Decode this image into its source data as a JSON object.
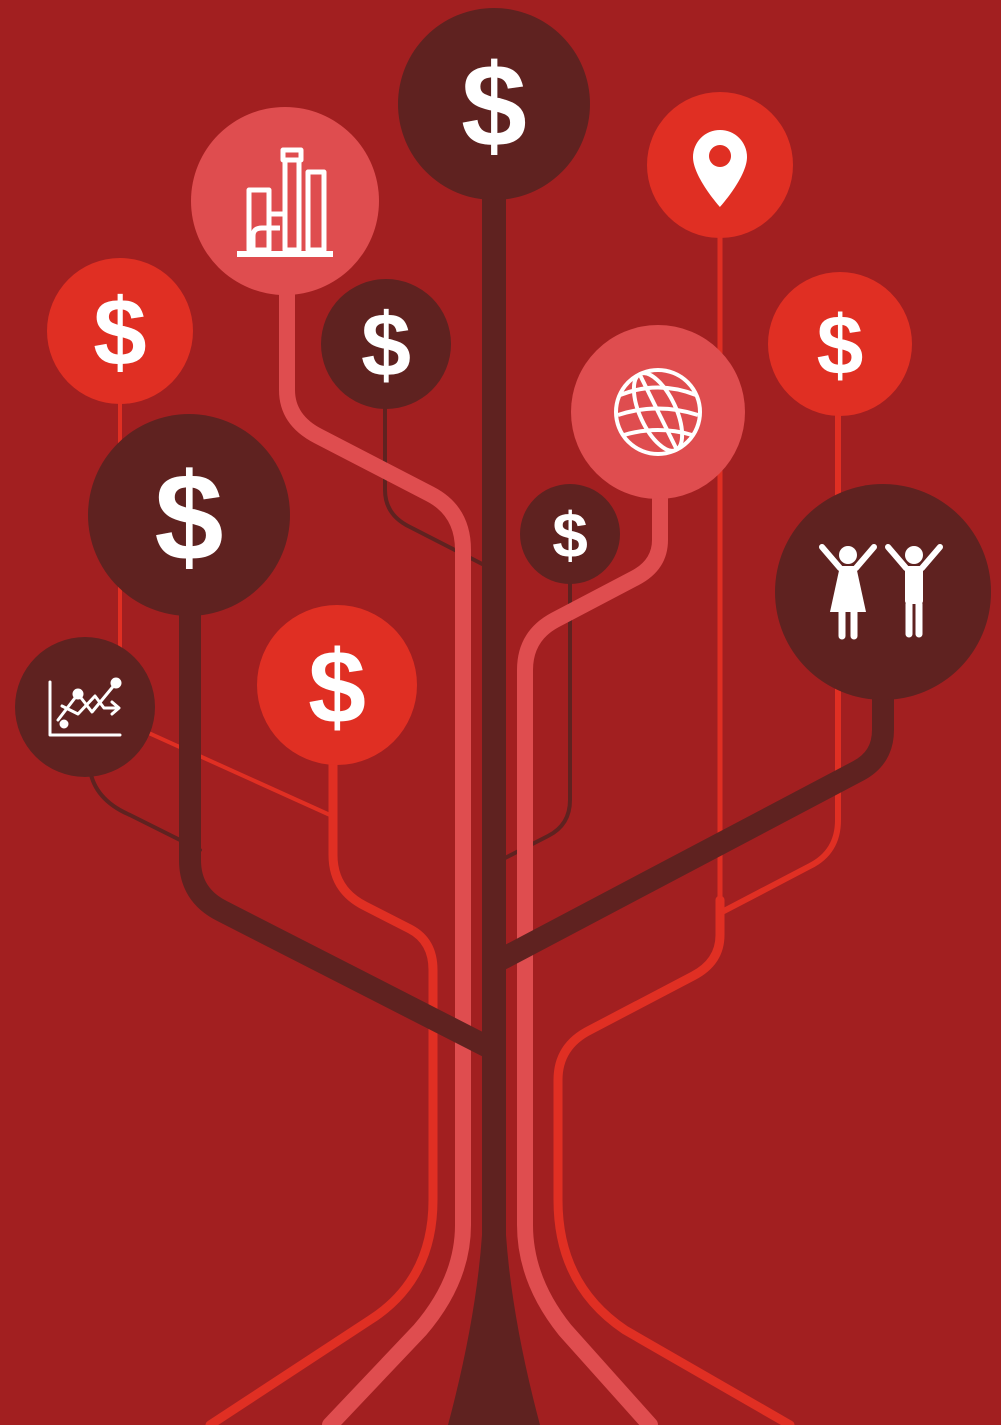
{
  "illustration": {
    "subject": "money tree",
    "colors": {
      "background": "#a21f20",
      "dark": "#5f2220",
      "bright": "#e02f23",
      "light": "#df4d4f",
      "icon": "#ffffff"
    },
    "nodes": [
      {
        "id": "top-dollar",
        "icon": "dollar-icon",
        "glyph": "$",
        "tone": "dark"
      },
      {
        "id": "factory",
        "icon": "factory-icon",
        "glyph": "",
        "tone": "light"
      },
      {
        "id": "location",
        "icon": "location-pin-icon",
        "glyph": "",
        "tone": "bright"
      },
      {
        "id": "left-dollar",
        "icon": "dollar-icon",
        "glyph": "$",
        "tone": "bright"
      },
      {
        "id": "mid-dollar",
        "icon": "dollar-icon",
        "glyph": "$",
        "tone": "dark"
      },
      {
        "id": "right-dollar",
        "icon": "dollar-icon",
        "glyph": "$",
        "tone": "bright"
      },
      {
        "id": "globe",
        "icon": "globe-icon",
        "glyph": "",
        "tone": "light"
      },
      {
        "id": "big-dollar",
        "icon": "dollar-icon",
        "glyph": "$",
        "tone": "dark"
      },
      {
        "id": "small-dollar",
        "icon": "dollar-icon",
        "glyph": "$",
        "tone": "dark"
      },
      {
        "id": "people",
        "icon": "people-icon",
        "glyph": "",
        "tone": "dark"
      },
      {
        "id": "lower-dollar",
        "icon": "dollar-icon",
        "glyph": "$",
        "tone": "bright"
      },
      {
        "id": "chart",
        "icon": "line-chart-icon",
        "glyph": "",
        "tone": "dark"
      }
    ]
  }
}
